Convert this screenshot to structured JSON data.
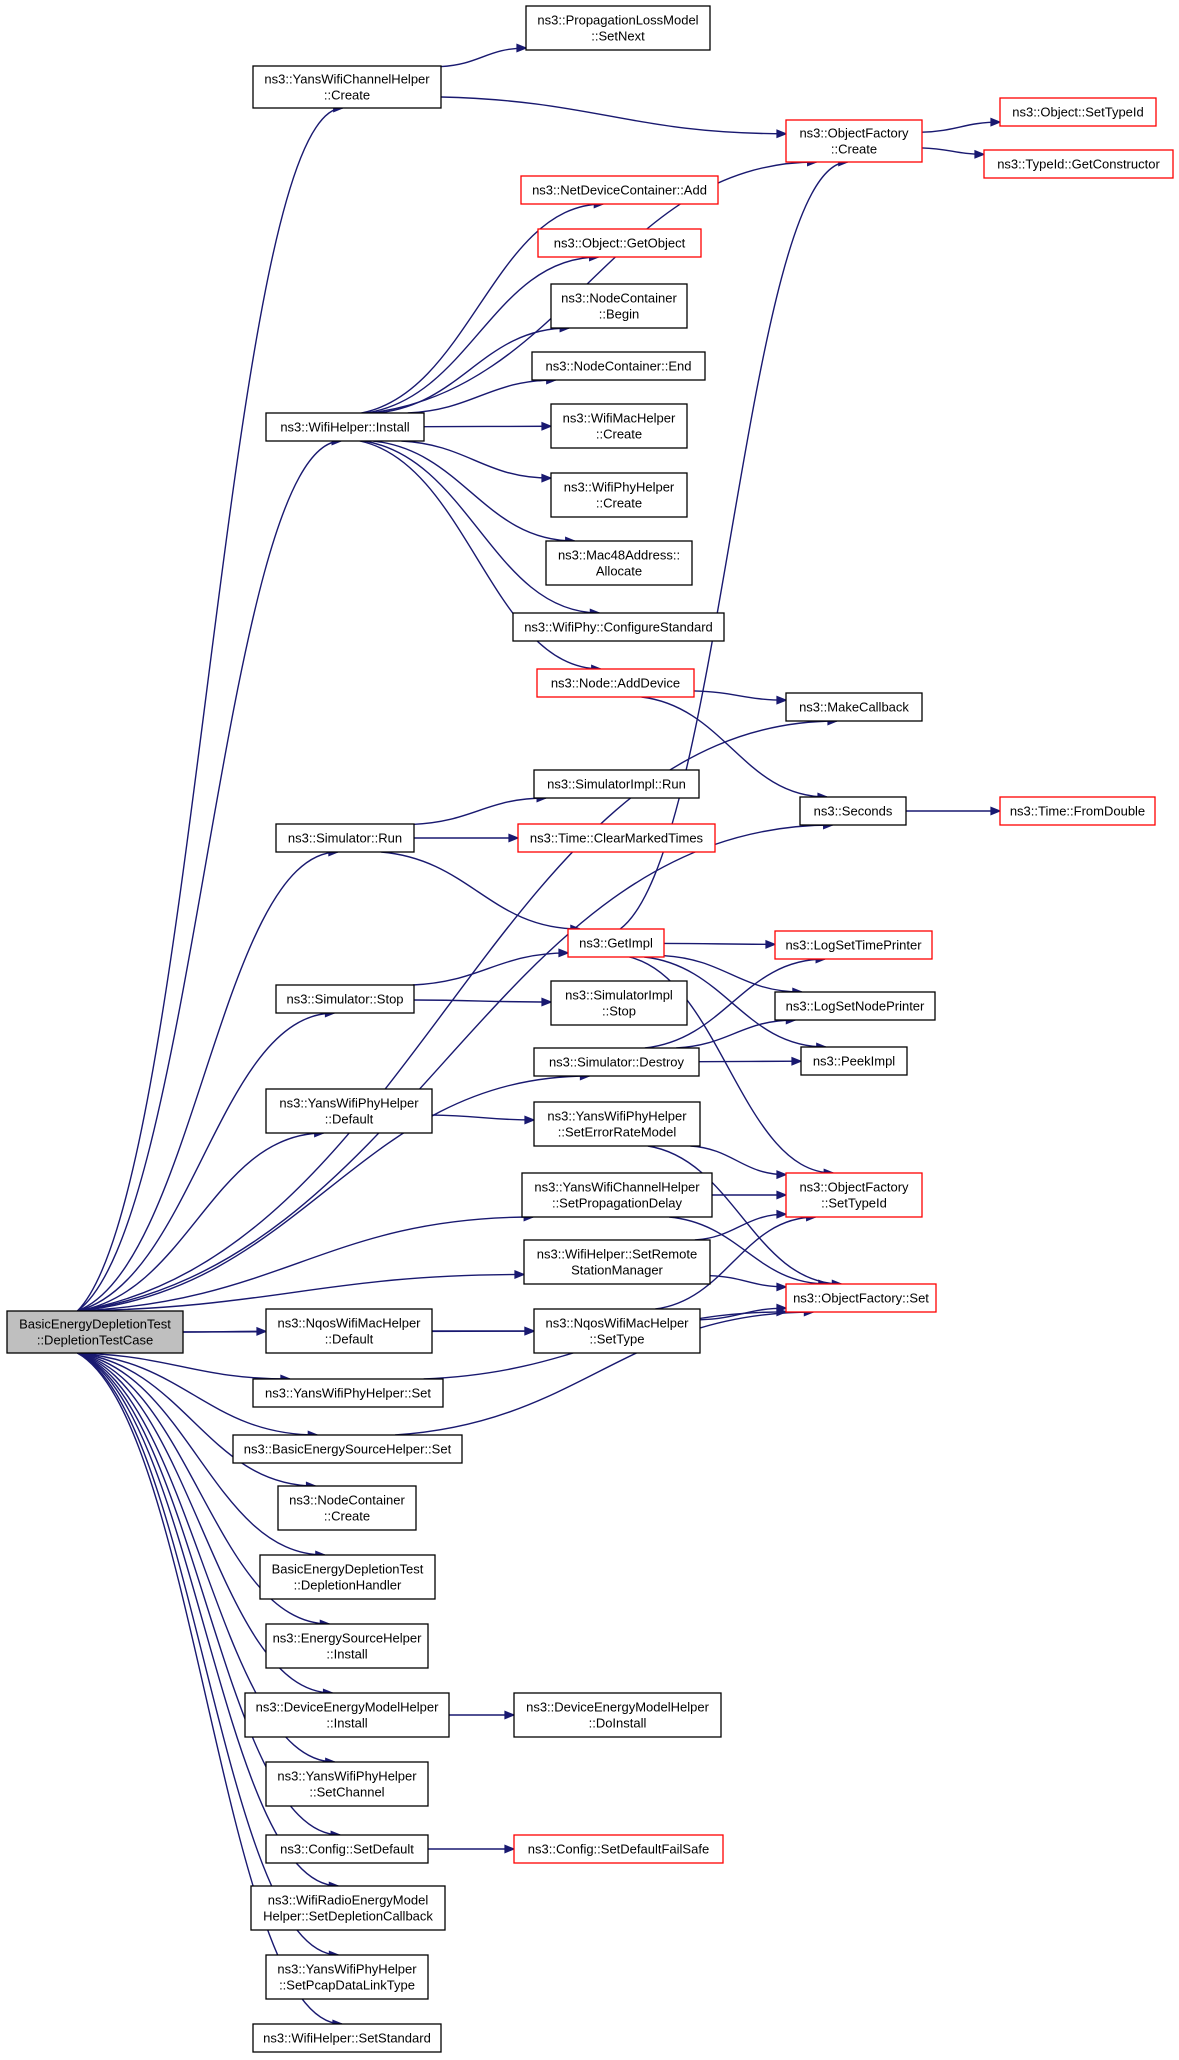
{
  "colors": {
    "edge": "#191970",
    "border_normal": "#000000",
    "border_external": "#ff0000",
    "fill_root": "#bfbfbf",
    "fill_node": "#ffffff"
  },
  "nodes": [
    {
      "id": "root",
      "lines": [
        "BasicEnergyDepletionTest",
        "::DepletionTestCase"
      ],
      "style": "root"
    },
    {
      "id": "yans_ch_create",
      "lines": [
        "ns3::YansWifiChannelHelper",
        "::Create"
      ],
      "style": "normal"
    },
    {
      "id": "prop_setnext",
      "lines": [
        "ns3::PropagationLossModel",
        "::SetNext"
      ],
      "style": "normal"
    },
    {
      "id": "objfac_create",
      "lines": [
        "ns3::ObjectFactory",
        "::Create"
      ],
      "style": "external"
    },
    {
      "id": "obj_settypeid",
      "lines": [
        "ns3::Object::SetTypeId"
      ],
      "style": "external"
    },
    {
      "id": "typeid_getctor",
      "lines": [
        "ns3::TypeId::GetConstructor"
      ],
      "style": "external"
    },
    {
      "id": "netdev_add",
      "lines": [
        "ns3::NetDeviceContainer::Add"
      ],
      "style": "external"
    },
    {
      "id": "obj_getobject",
      "lines": [
        "ns3::Object::GetObject"
      ],
      "style": "external"
    },
    {
      "id": "nc_begin",
      "lines": [
        "ns3::NodeContainer",
        "::Begin"
      ],
      "style": "normal"
    },
    {
      "id": "nc_end",
      "lines": [
        "ns3::NodeContainer::End"
      ],
      "style": "normal"
    },
    {
      "id": "wifihelper_install",
      "lines": [
        "ns3::WifiHelper::Install"
      ],
      "style": "normal"
    },
    {
      "id": "wifimac_create",
      "lines": [
        "ns3::WifiMacHelper",
        "::Create"
      ],
      "style": "normal"
    },
    {
      "id": "wifiphy_create",
      "lines": [
        "ns3::WifiPhyHelper",
        "::Create"
      ],
      "style": "normal"
    },
    {
      "id": "mac48_allocate",
      "lines": [
        "ns3::Mac48Address::",
        "Allocate"
      ],
      "style": "normal"
    },
    {
      "id": "wifiphy_configstd",
      "lines": [
        "ns3::WifiPhy::ConfigureStandard"
      ],
      "style": "normal"
    },
    {
      "id": "node_adddevice",
      "lines": [
        "ns3::Node::AddDevice"
      ],
      "style": "external"
    },
    {
      "id": "makecallback",
      "lines": [
        "ns3::MakeCallback"
      ],
      "style": "normal"
    },
    {
      "id": "simimpl_run",
      "lines": [
        "ns3::SimulatorImpl::Run"
      ],
      "style": "normal"
    },
    {
      "id": "sim_run",
      "lines": [
        "ns3::Simulator::Run"
      ],
      "style": "normal"
    },
    {
      "id": "seconds",
      "lines": [
        "ns3::Seconds"
      ],
      "style": "normal"
    },
    {
      "id": "time_fromdouble",
      "lines": [
        "ns3::Time::FromDouble"
      ],
      "style": "external"
    },
    {
      "id": "time_clearmarked",
      "lines": [
        "ns3::Time::ClearMarkedTimes"
      ],
      "style": "external"
    },
    {
      "id": "getimpl",
      "lines": [
        "ns3::GetImpl"
      ],
      "style": "external"
    },
    {
      "id": "logsettimeprinter",
      "lines": [
        "ns3::LogSetTimePrinter"
      ],
      "style": "external"
    },
    {
      "id": "sim_stop",
      "lines": [
        "ns3::Simulator::Stop"
      ],
      "style": "normal"
    },
    {
      "id": "simimpl_stop",
      "lines": [
        "ns3::SimulatorImpl",
        "::Stop"
      ],
      "style": "normal"
    },
    {
      "id": "logsetnodeprinter",
      "lines": [
        "ns3::LogSetNodePrinter"
      ],
      "style": "normal"
    },
    {
      "id": "sim_destroy",
      "lines": [
        "ns3::Simulator::Destroy"
      ],
      "style": "normal"
    },
    {
      "id": "peekimpl",
      "lines": [
        "ns3::PeekImpl"
      ],
      "style": "normal"
    },
    {
      "id": "yansphy_default",
      "lines": [
        "ns3::YansWifiPhyHelper",
        "::Default"
      ],
      "style": "normal"
    },
    {
      "id": "yansphy_seterrrate",
      "lines": [
        "ns3::YansWifiPhyHelper",
        "::SetErrorRateModel"
      ],
      "style": "normal"
    },
    {
      "id": "yansch_setpropdelay",
      "lines": [
        "ns3::YansWifiChannelHelper",
        "::SetPropagationDelay"
      ],
      "style": "normal"
    },
    {
      "id": "objfac_settypeid",
      "lines": [
        "ns3::ObjectFactory",
        "::SetTypeId"
      ],
      "style": "external"
    },
    {
      "id": "wifihelper_setremote",
      "lines": [
        "ns3::WifiHelper::SetRemote",
        "StationManager"
      ],
      "style": "normal"
    },
    {
      "id": "objfac_set",
      "lines": [
        "ns3::ObjectFactory::Set"
      ],
      "style": "external"
    },
    {
      "id": "nqos_default",
      "lines": [
        "ns3::NqosWifiMacHelper",
        "::Default"
      ],
      "style": "normal"
    },
    {
      "id": "nqos_settype",
      "lines": [
        "ns3::NqosWifiMacHelper",
        "::SetType"
      ],
      "style": "normal"
    },
    {
      "id": "yansphy_set",
      "lines": [
        "ns3::YansWifiPhyHelper::Set"
      ],
      "style": "normal"
    },
    {
      "id": "basicsrc_set",
      "lines": [
        "ns3::BasicEnergySourceHelper::Set"
      ],
      "style": "normal"
    },
    {
      "id": "nc_create",
      "lines": [
        "ns3::NodeContainer",
        "::Create"
      ],
      "style": "normal"
    },
    {
      "id": "depletion_handler",
      "lines": [
        "BasicEnergyDepletionTest",
        "::DepletionHandler"
      ],
      "style": "normal"
    },
    {
      "id": "energysrc_install",
      "lines": [
        "ns3::EnergySourceHelper",
        "::Install"
      ],
      "style": "normal"
    },
    {
      "id": "devenergy_install",
      "lines": [
        "ns3::DeviceEnergyModelHelper",
        "::Install"
      ],
      "style": "normal"
    },
    {
      "id": "devenergy_doinstall",
      "lines": [
        "ns3::DeviceEnergyModelHelper",
        "::DoInstall"
      ],
      "style": "normal"
    },
    {
      "id": "yansphy_setchannel",
      "lines": [
        "ns3::YansWifiPhyHelper",
        "::SetChannel"
      ],
      "style": "normal"
    },
    {
      "id": "config_setdefault",
      "lines": [
        "ns3::Config::SetDefault"
      ],
      "style": "normal"
    },
    {
      "id": "config_setdefaultfs",
      "lines": [
        "ns3::Config::SetDefaultFailSafe"
      ],
      "style": "external"
    },
    {
      "id": "wifiradio_setdepl",
      "lines": [
        "ns3::WifiRadioEnergyModel",
        "Helper::SetDepletionCallback"
      ],
      "style": "normal"
    },
    {
      "id": "yansphy_setpcap",
      "lines": [
        "ns3::YansWifiPhyHelper",
        "::SetPcapDataLinkType"
      ],
      "style": "normal"
    },
    {
      "id": "wifihelper_setstd",
      "lines": [
        "ns3::WifiHelper::SetStandard"
      ],
      "style": "normal"
    }
  ],
  "edges": [
    [
      "root",
      "yans_ch_create"
    ],
    [
      "root",
      "wifihelper_install"
    ],
    [
      "root",
      "makecallback"
    ],
    [
      "root",
      "sim_run"
    ],
    [
      "root",
      "seconds"
    ],
    [
      "root",
      "sim_stop"
    ],
    [
      "root",
      "sim_destroy"
    ],
    [
      "root",
      "yansphy_default"
    ],
    [
      "root",
      "yansch_setpropdelay"
    ],
    [
      "root",
      "wifihelper_setremote"
    ],
    [
      "root",
      "nqos_default"
    ],
    [
      "root",
      "nqos_settype"
    ],
    [
      "root",
      "yansphy_set"
    ],
    [
      "root",
      "basicsrc_set"
    ],
    [
      "root",
      "nc_create"
    ],
    [
      "root",
      "depletion_handler"
    ],
    [
      "root",
      "energysrc_install"
    ],
    [
      "root",
      "devenergy_install"
    ],
    [
      "root",
      "yansphy_setchannel"
    ],
    [
      "root",
      "config_setdefault"
    ],
    [
      "root",
      "wifiradio_setdepl"
    ],
    [
      "root",
      "yansphy_setpcap"
    ],
    [
      "root",
      "wifihelper_setstd"
    ],
    [
      "yans_ch_create",
      "prop_setnext"
    ],
    [
      "yans_ch_create",
      "objfac_create"
    ],
    [
      "objfac_create",
      "obj_settypeid"
    ],
    [
      "objfac_create",
      "typeid_getctor"
    ],
    [
      "wifihelper_install",
      "objfac_create"
    ],
    [
      "wifihelper_install",
      "netdev_add"
    ],
    [
      "wifihelper_install",
      "obj_getobject"
    ],
    [
      "wifihelper_install",
      "nc_begin"
    ],
    [
      "wifihelper_install",
      "nc_end"
    ],
    [
      "wifihelper_install",
      "wifimac_create"
    ],
    [
      "wifihelper_install",
      "wifiphy_create"
    ],
    [
      "wifihelper_install",
      "mac48_allocate"
    ],
    [
      "wifihelper_install",
      "wifiphy_configstd"
    ],
    [
      "wifihelper_install",
      "node_adddevice"
    ],
    [
      "node_adddevice",
      "makecallback"
    ],
    [
      "node_adddevice",
      "seconds"
    ],
    [
      "seconds",
      "time_fromdouble"
    ],
    [
      "sim_run",
      "simimpl_run"
    ],
    [
      "sim_run",
      "time_clearmarked"
    ],
    [
      "sim_run",
      "getimpl"
    ],
    [
      "getimpl",
      "objfac_create"
    ],
    [
      "getimpl",
      "logsettimeprinter"
    ],
    [
      "getimpl",
      "logsetnodeprinter"
    ],
    [
      "getimpl",
      "peekimpl"
    ],
    [
      "getimpl",
      "objfac_settypeid"
    ],
    [
      "sim_stop",
      "getimpl"
    ],
    [
      "sim_stop",
      "simimpl_stop"
    ],
    [
      "sim_destroy",
      "logsettimeprinter"
    ],
    [
      "sim_destroy",
      "logsetnodeprinter"
    ],
    [
      "sim_destroy",
      "peekimpl"
    ],
    [
      "yansphy_default",
      "yansphy_seterrrate"
    ],
    [
      "yansphy_seterrrate",
      "objfac_settypeid"
    ],
    [
      "yansphy_seterrrate",
      "objfac_set"
    ],
    [
      "yansch_setpropdelay",
      "objfac_settypeid"
    ],
    [
      "yansch_setpropdelay",
      "objfac_set"
    ],
    [
      "wifihelper_setremote",
      "objfac_settypeid"
    ],
    [
      "wifihelper_setremote",
      "objfac_set"
    ],
    [
      "nqos_default",
      "nqos_settype"
    ],
    [
      "nqos_settype",
      "objfac_settypeid"
    ],
    [
      "nqos_settype",
      "objfac_set"
    ],
    [
      "yansphy_set",
      "objfac_set"
    ],
    [
      "basicsrc_set",
      "objfac_set"
    ],
    [
      "devenergy_install",
      "devenergy_doinstall"
    ],
    [
      "config_setdefault",
      "config_setdefaultfs"
    ]
  ]
}
